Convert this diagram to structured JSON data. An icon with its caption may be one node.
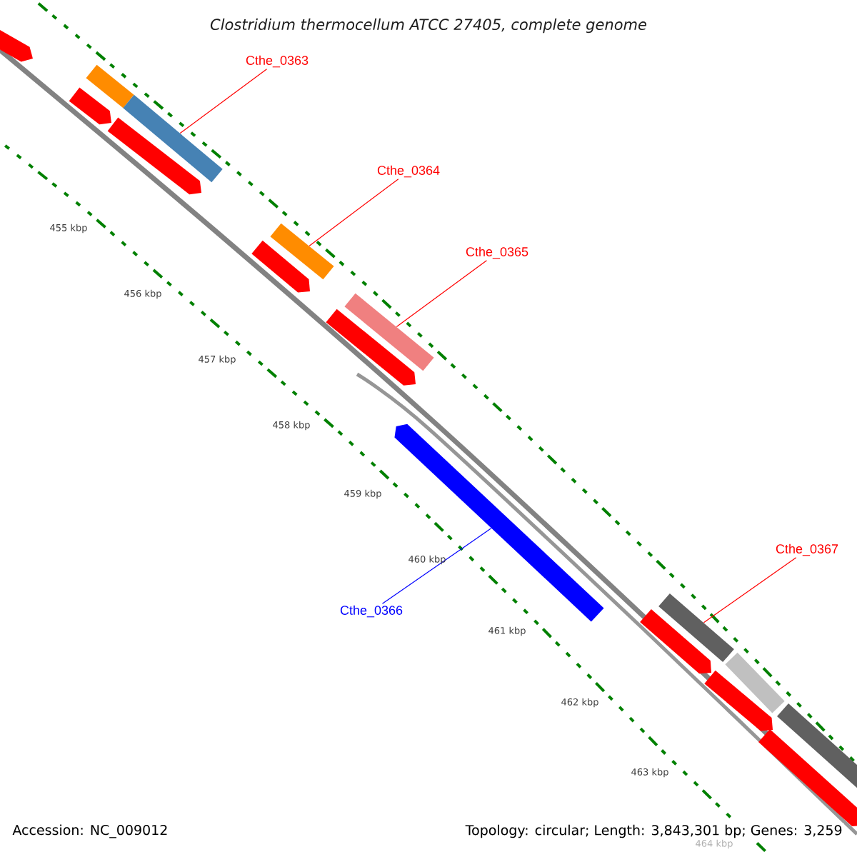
{
  "diagram": {
    "title": "Clostridium thermocellum ATCC 27405, complete genome",
    "nodes": [
      {
        "text": [
          "Cthe_0363"
        ]
      },
      {
        "text": [],
        "shape": "bar"
      },
      {
        "text": [
          "Cthe_0364"
        ]
      },
      {
        "text": [],
        "shape": "bar"
      },
      {
        "text": [
          "Cthe_0365"
        ]
      },
      {
        "text": [],
        "shape": "bar"
      },
      {
        "text": [
          "Cthe_0366"
        ]
      },
      {
        "text": [],
        "shape": "bar"
      },
      {
        "text": [
          "Cthe_0367"
        ]
      },
      {
        "text": [],
        "shape": "bar"
      }
    ],
    "edges": [
      {
        "from": 0,
        "to": 1,
        "arrow": "none"
      },
      {
        "from": 2,
        "to": 3,
        "arrow": "none"
      },
      {
        "from": 4,
        "to": 5,
        "arrow": "none"
      },
      {
        "from": 6,
        "to": 7,
        "arrow": "none",
        "color": "#0000ff"
      },
      {
        "from": 8,
        "to": 9,
        "arrow": "none"
      }
    ],
    "labels": [
      "455 kbp",
      "456 kbp",
      "457 kbp",
      "458 kbp",
      "459 kbp",
      "460 kbp",
      "461 kbp",
      "462 kbp",
      "463 kbp",
      "464 kbp",
      "Accession: NC_009012",
      "Topology: circular; Length: 3,843,301 bp; Genes: 3,259"
    ]
  }
}
